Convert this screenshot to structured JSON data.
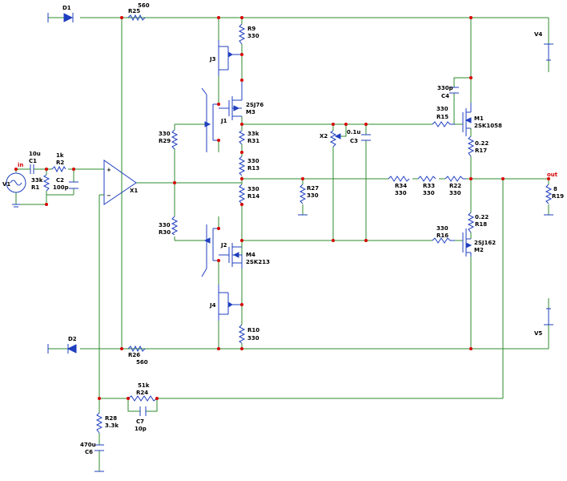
{
  "labels": {
    "D1": "D1",
    "D2": "D2",
    "R25": "R25",
    "R25v": "560",
    "R26": "R26",
    "R26v": "560",
    "R9": "R9",
    "R9v": "330",
    "R10": "R10",
    "R10v": "330",
    "J3": "J3",
    "J4": "J4",
    "J1": "J1",
    "J2": "J2",
    "M3": "M3",
    "M3v": "2SJ76",
    "M4": "M4",
    "M4v": "2SK213",
    "R31": "R31",
    "R31v": "33k",
    "R13": "R13",
    "R13v": "330",
    "R14": "R14",
    "R14v": "330",
    "R29": "R29",
    "R29v": "330",
    "R30": "R30",
    "R30v": "330",
    "X1": "X1",
    "X2": "X2",
    "V1": "V1",
    "V4": "V4",
    "V5": "V5",
    "in": "in",
    "out": "out",
    "C1": "C1",
    "C1v": "10u",
    "R2": "R2",
    "R2v": "1k",
    "R1": "R1",
    "R1v": "33k",
    "C2": "C2",
    "C2v": "100p",
    "C3": "C3",
    "C3v": "0.1u",
    "C4": "C4",
    "C4v": "330p",
    "R27": "R27",
    "R27v": "330",
    "R34": "R34",
    "R34v": "330",
    "R33": "R33",
    "R33v": "330",
    "R22": "R22",
    "R22v": "330",
    "R15": "R15",
    "R15v": "330",
    "R16": "R16",
    "R16v": "330",
    "M1": "M1",
    "M1v": "2SK1058",
    "M2": "M2",
    "M2v": "2SJ162",
    "R17": "R17",
    "R17v": "0.22",
    "R18": "R18",
    "R18v": "0.22",
    "R19": "R19",
    "R19v": "8",
    "R24": "R24",
    "R24v": "51k",
    "C7": "C7",
    "C7v": "10p",
    "R28": "R28",
    "R28v": "3.3k",
    "C6": "C6",
    "C6v": "470u"
  }
}
